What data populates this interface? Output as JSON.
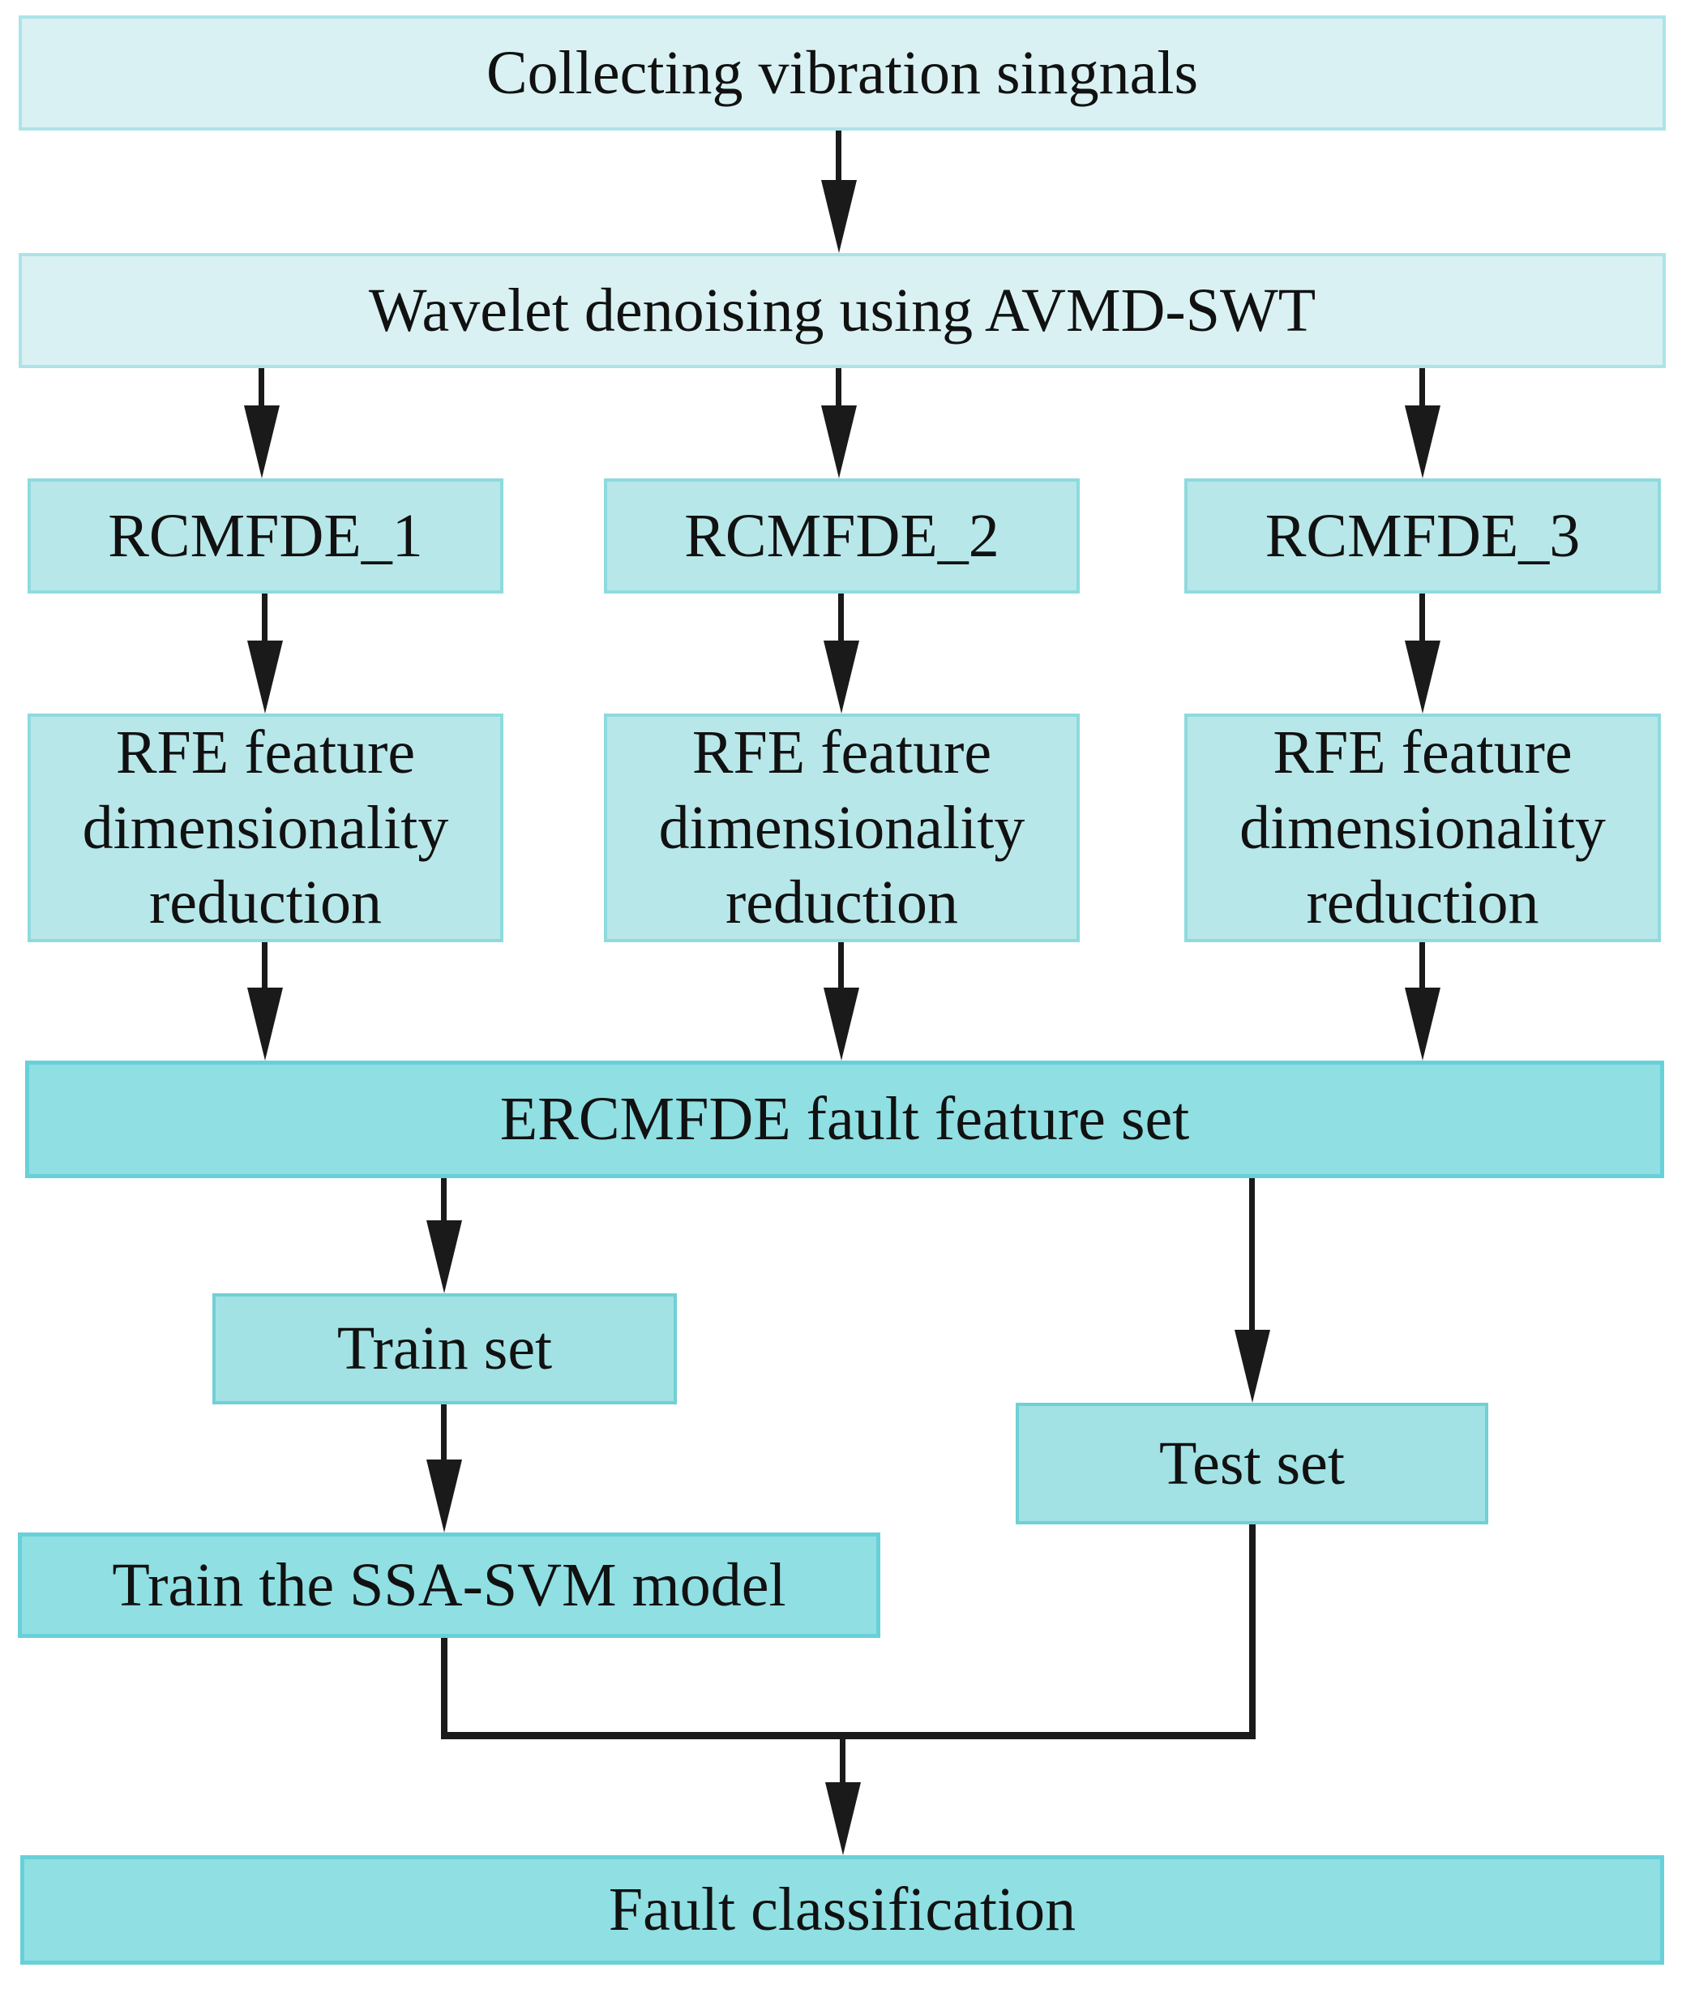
{
  "palette": {
    "background": "#ffffff",
    "arrow_color": "#1a1a1a",
    "text_color": "#111111",
    "tier_light_fill": "#d9f1f2",
    "tier_light_border": "#ade3e8",
    "tier_mid_fill": "#b8e7e9",
    "tier_mid_border": "#8edade",
    "tier_mid2_fill": "#a2e2e4",
    "tier_mid2_border": "#6fd0d6",
    "tier_strong_fill": "#90dfe3",
    "tier_strong_border": "#68d0d8"
  },
  "nodes": {
    "collect": {
      "label": "Collecting vibration singnals"
    },
    "wavelet": {
      "label": "Wavelet denoising using AVMD-SWT"
    },
    "rcmfde1": {
      "label": "RCMFDE_1"
    },
    "rcmfde2": {
      "label": "RCMFDE_2"
    },
    "rcmfde3": {
      "label": "RCMFDE_3"
    },
    "rfe1": {
      "label": "RFE feature dimensionality reduction"
    },
    "rfe2": {
      "label": "RFE feature dimensionality reduction"
    },
    "rfe3": {
      "label": "RFE feature dimensionality reduction"
    },
    "ercmfde": {
      "label": "ERCMFDE fault feature set"
    },
    "train_set": {
      "label": "Train set"
    },
    "test_set": {
      "label": "Test set"
    },
    "train_model": {
      "label": "Train the SSA-SVM model"
    },
    "fault": {
      "label": "Fault classification"
    }
  },
  "edges": [
    {
      "from": "collect",
      "to": "wavelet"
    },
    {
      "from": "wavelet",
      "to": "rcmfde1"
    },
    {
      "from": "wavelet",
      "to": "rcmfde2"
    },
    {
      "from": "wavelet",
      "to": "rcmfde3"
    },
    {
      "from": "rcmfde1",
      "to": "rfe1"
    },
    {
      "from": "rcmfde2",
      "to": "rfe2"
    },
    {
      "from": "rcmfde3",
      "to": "rfe3"
    },
    {
      "from": "rfe1",
      "to": "ercmfde"
    },
    {
      "from": "rfe2",
      "to": "ercmfde"
    },
    {
      "from": "rfe3",
      "to": "ercmfde"
    },
    {
      "from": "ercmfde",
      "to": "train_set"
    },
    {
      "from": "ercmfde",
      "to": "test_set"
    },
    {
      "from": "train_set",
      "to": "train_model"
    },
    {
      "from": "train_model",
      "to": "fault"
    },
    {
      "from": "test_set",
      "to": "fault"
    }
  ]
}
